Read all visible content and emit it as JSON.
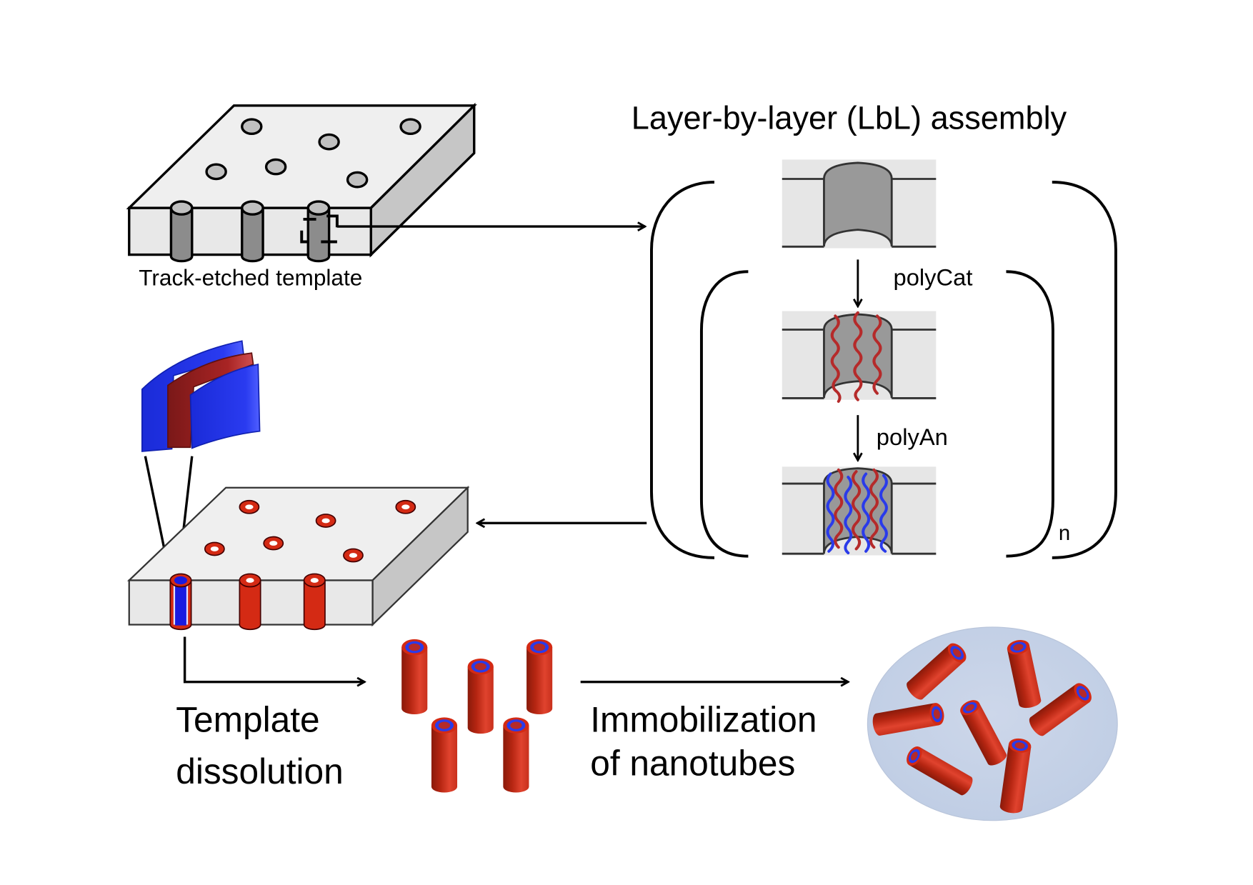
{
  "figure": {
    "title": "Layer-by-layer (LbL) assembly",
    "template_label": "Track-etched template",
    "steps": {
      "polycation": "polyCat",
      "polyanion": "polyAn",
      "repeat": "n"
    },
    "dissolution_label": [
      "Template",
      "dissolution"
    ],
    "immobilization_label": [
      "Immobilization",
      "of nanotubes"
    ]
  },
  "colors": {
    "template_face": "#e8e8e8",
    "template_top": "#efefef",
    "template_side": "#c6c6c6",
    "pore": "#8c8c8c",
    "pore_top": "#c0c0c0",
    "polycation": "#b52a2a",
    "polyanion": "#2a3bea",
    "nanotube": "#d42a14",
    "nanotube_dark": "#8a1a0a",
    "substrate": "#c8d4e8"
  }
}
